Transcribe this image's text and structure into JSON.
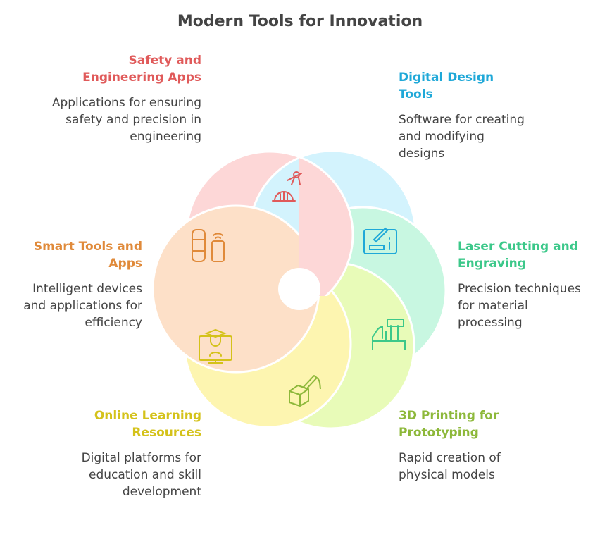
{
  "title": "Modern Tools for Innovation",
  "items": [
    {
      "key": "safety",
      "heading": "Safety and Engineering Apps",
      "description": "Applications for ensuring safety and precision in engineering",
      "color": "#e05a5a",
      "fill": "#fdd7d7",
      "icon": "hardhat-compass-icon"
    },
    {
      "key": "digital",
      "heading": "Digital Design Tools",
      "description": "Software for creating and modifying designs",
      "color": "#1fa8d8",
      "fill": "#d3f3fd",
      "icon": "drawing-tablet-icon"
    },
    {
      "key": "laser",
      "heading": "Laser Cutting and Engraving",
      "description": "Precision techniques for material processing",
      "color": "#3cc88a",
      "fill": "#c8f7e1",
      "icon": "laser-cutter-icon"
    },
    {
      "key": "printing",
      "heading": "3D Printing for Prototyping",
      "description": "Rapid creation of physical models",
      "color": "#8db83a",
      "fill": "#e8fbb8",
      "icon": "3d-pen-cube-icon"
    },
    {
      "key": "learning",
      "heading": "Online Learning Resources",
      "description": "Digital platforms for education and skill development",
      "color": "#d4c21a",
      "fill": "#fdf5b0",
      "icon": "monitor-graduate-icon"
    },
    {
      "key": "smart",
      "heading": "Smart Tools and Apps",
      "description": "Intelligent devices and applications for efficiency",
      "color": "#e08a3a",
      "fill": "#fde0c8",
      "icon": "smart-devices-icon"
    }
  ]
}
